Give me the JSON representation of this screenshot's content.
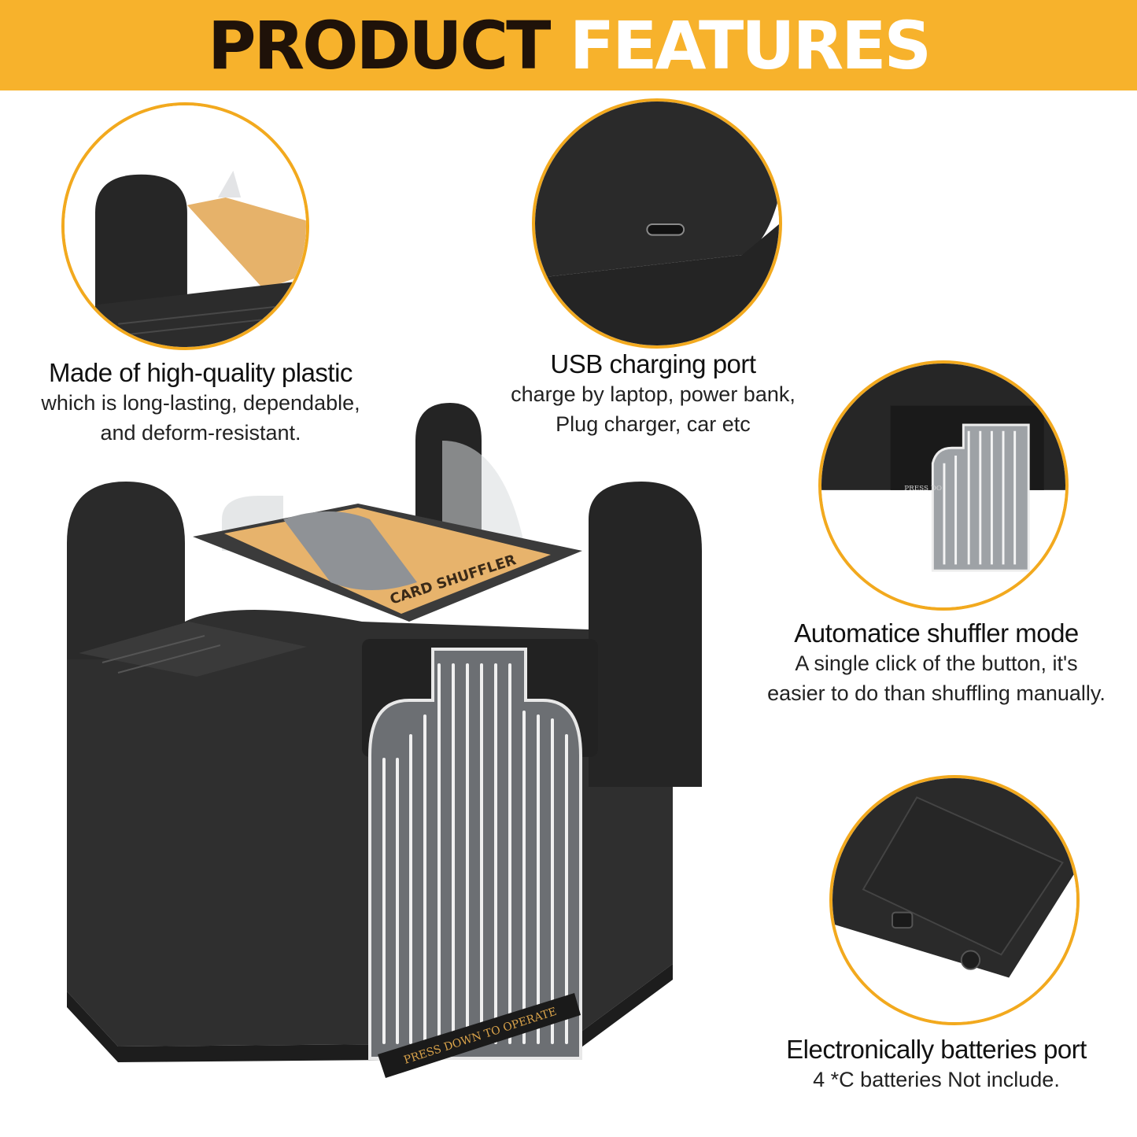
{
  "banner": {
    "title_part1": "PRODUCT",
    "title_part2": "FEATURES",
    "background_color": "#f7b22c",
    "title_color_dark": "#1f1209",
    "title_color_light": "#ffffff"
  },
  "accent_color": "#f2a91e",
  "features": [
    {
      "title": "Made of high-quality plastic",
      "line1": "which is long-lasting, dependable,",
      "line2": "and deform-resistant."
    },
    {
      "title": "USB charging port",
      "line1": "charge by laptop, power bank,",
      "line2": "Plug charger, car etc"
    },
    {
      "title": "Automatice shuffler mode",
      "line1": "A single click of the button, it's",
      "line2": "easier to do than shuffling manually."
    },
    {
      "title": "Electronically batteries port",
      "line1": "4 *C batteries Not include."
    }
  ],
  "product": {
    "label": "CARD SHUFFLER",
    "button_text": "PRESS DOWN TO OPERATE",
    "detail_button_text": "PRESS DO"
  }
}
